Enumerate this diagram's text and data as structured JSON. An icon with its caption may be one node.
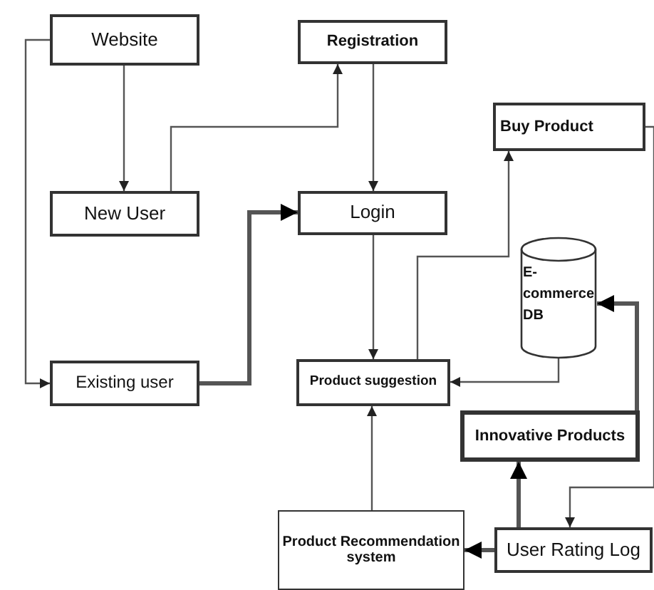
{
  "diagram": {
    "nodes": [
      {
        "text": [
          "Website"
        ]
      },
      {
        "text": [
          "Registration"
        ]
      },
      {
        "text": [
          "Buy Product"
        ]
      },
      {
        "text": [
          "New User"
        ]
      },
      {
        "text": [
          "Login"
        ]
      },
      {
        "text": [
          "E- commerce DB"
        ]
      },
      {
        "text": [
          "Existing user"
        ]
      },
      {
        "text": [
          "Product suggestion"
        ]
      },
      {
        "text": [
          "Innovative Products"
        ]
      },
      {
        "text": [
          "Product Recommendation system"
        ]
      },
      {
        "text": [
          "User Rating Log"
        ]
      }
    ],
    "edges": [
      {
        "from": 0,
        "to": 6,
        "arrow": "to"
      },
      {
        "from": 0,
        "to": 3,
        "arrow": "to"
      },
      {
        "from": 3,
        "to": 1,
        "arrow": "to"
      },
      {
        "from": 1,
        "to": 4,
        "arrow": "to"
      },
      {
        "from": 6,
        "to": 4,
        "arrow": "to",
        "style": "thick"
      },
      {
        "from": 4,
        "to": 7,
        "arrow": "to"
      },
      {
        "from": 7,
        "to": 2,
        "arrow": "to"
      },
      {
        "from": 5,
        "to": 7,
        "arrow": "to"
      },
      {
        "from": 2,
        "to": 10,
        "arrow": "to"
      },
      {
        "from": 8,
        "to": 5,
        "arrow": "to",
        "style": "thick"
      },
      {
        "from": 10,
        "to": 8,
        "arrow": "to",
        "style": "thick"
      },
      {
        "from": 10,
        "to": 9,
        "arrow": "to",
        "style": "thick"
      },
      {
        "from": 9,
        "to": 7,
        "arrow": "to"
      }
    ]
  }
}
